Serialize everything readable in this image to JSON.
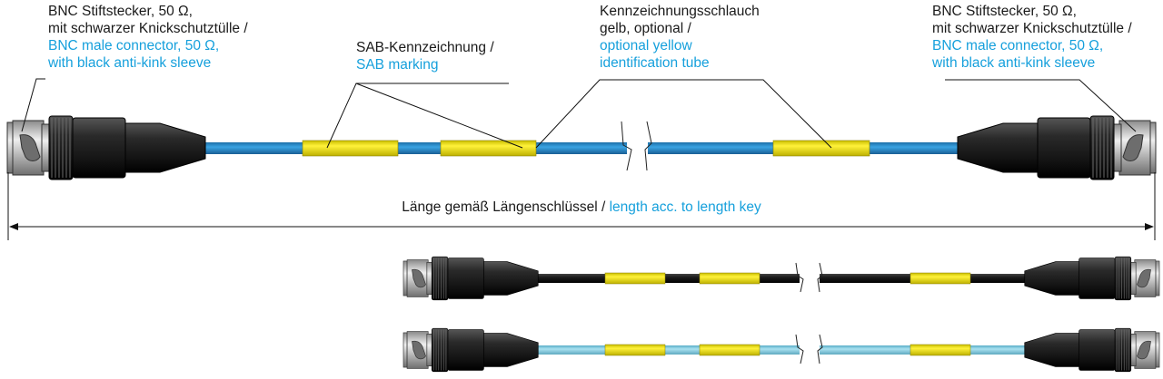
{
  "labels": {
    "connector_left": {
      "de_line1": "BNC Stiftstecker, 50 Ω,",
      "de_line2": "mit schwarzer Knickschutztülle /",
      "en_line1": "BNC male connector, 50 Ω,",
      "en_line2": "with black anti-kink sleeve"
    },
    "sab_marking": {
      "de": "SAB-Kennzeichnung /",
      "en": "SAB marking"
    },
    "identification_tube": {
      "de_line1": "Kennzeichnungsschlauch",
      "de_line2": "gelb, optional /",
      "en_line1": "optional yellow",
      "en_line2": "identification tube"
    },
    "connector_right": {
      "de_line1": "BNC Stiftstecker, 50 Ω,",
      "de_line2": "mit schwarzer Knickschutztülle /",
      "en_line1": "BNC male connector, 50 Ω,",
      "en_line2": "with black anti-kink sleeve"
    },
    "length": {
      "de": "Länge gemäß Längenschlüssel / ",
      "en": "length acc. to length key"
    }
  },
  "cable_variants": [
    {
      "variant": "blue",
      "cable_color": "#2b8fd0"
    },
    {
      "variant": "black",
      "cable_color": "#1b1b1b"
    },
    {
      "variant": "light-blue",
      "cable_color": "#8fd3e8"
    }
  ],
  "colors": {
    "german_text": "#1a1a1a",
    "english_text": "#16a0dc",
    "marking_yellow": "#f2e500",
    "connector_black": "#1e1e1e",
    "metal": "#bdbdbd"
  }
}
